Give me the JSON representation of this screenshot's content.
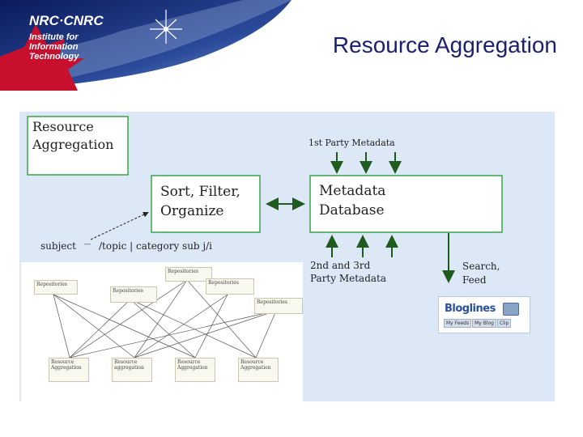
{
  "header": {
    "brand": "NRC·CNRC",
    "institute_lines": [
      "Institute for",
      "Information",
      "Technology"
    ],
    "slide_title": "Resource Aggregation"
  },
  "diagram": {
    "resource_aggregation_box": [
      "Resource",
      "Aggregation"
    ],
    "sort_box": [
      "Sort, Filter,",
      "Organize"
    ],
    "database_box": [
      "Metadata",
      "Database"
    ],
    "first_party_label": "1st Party Metadata",
    "other_party_label": [
      "2nd and 3rd",
      "Party Metadata"
    ],
    "search_label": [
      "Search,",
      "Feed"
    ],
    "subject_label": "subject",
    "subject_dash": "---",
    "subject_rest": "/topic | category sub j/i",
    "mini_repositories": [
      "Repositories",
      "Repositories",
      "Repositories",
      "Repositories",
      "Repositories"
    ],
    "mini_aggregations": [
      [
        "Resource",
        "Aggregation"
      ],
      [
        "Resource",
        "aggregation"
      ],
      [
        "Resource",
        "Aggregation"
      ],
      [
        "Resource",
        "Aggregation"
      ]
    ],
    "bloglines": {
      "logo": "Bloglines",
      "tabs": [
        "My Feeds",
        "My Blog",
        "Clip"
      ]
    }
  },
  "colors": {
    "arrow_green": "#1f5a1f",
    "box_green": "#3aa34a",
    "title_navy": "#1a1f6e",
    "panel_blue": "#dde8f7",
    "header_red": "#c8102e"
  }
}
